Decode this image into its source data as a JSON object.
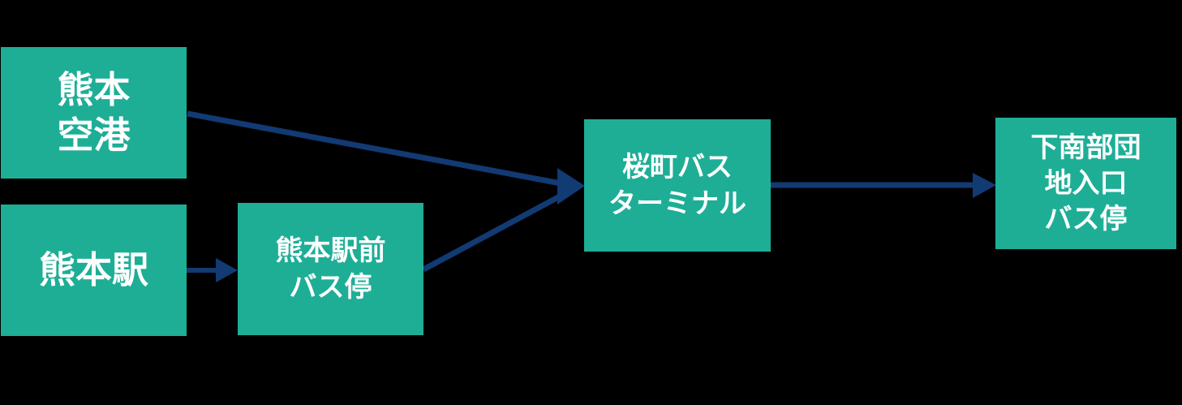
{
  "diagram": {
    "title": "Kumamoto bus route flow",
    "colors": {
      "background": "#000000",
      "node_fill": "#1EAE96",
      "node_text": "#FFFFFF",
      "arrow": "#123A73"
    },
    "nodes": [
      {
        "id": "kumamoto-airport",
        "label": "熊本\n空港"
      },
      {
        "id": "kumamoto-station",
        "label": "熊本駅"
      },
      {
        "id": "kumamoto-station-bus-stop",
        "label": "熊本駅前\nバス停"
      },
      {
        "id": "sakuramachi-bus-terminal",
        "label": "桜町バス\nターミナル"
      },
      {
        "id": "shimonabe-danchi-entrance-bus-stop",
        "label": "下南部団\n地入口\nバス停"
      }
    ],
    "edges": [
      {
        "from": "kumamoto-airport",
        "to": "sakuramachi-bus-terminal"
      },
      {
        "from": "kumamoto-station",
        "to": "kumamoto-station-bus-stop"
      },
      {
        "from": "kumamoto-station-bus-stop",
        "to": "sakuramachi-bus-terminal"
      },
      {
        "from": "sakuramachi-bus-terminal",
        "to": "shimonabe-danchi-entrance-bus-stop"
      }
    ]
  }
}
